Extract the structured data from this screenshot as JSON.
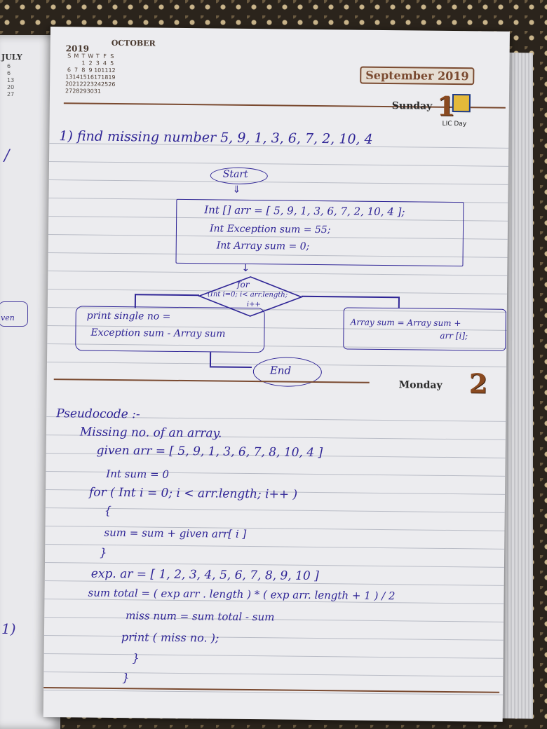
{
  "left_page": {
    "month": "JULY",
    "days": [
      "6",
      "6",
      "13",
      "20",
      "27"
    ],
    "box_text": "ven",
    "mark_top": "/",
    "mark_bottom": "1)"
  },
  "calendar": {
    "year": "2019",
    "month": "OCTOBER",
    "weekdays": [
      "S",
      "M",
      "T",
      "W",
      "T",
      "F",
      "S"
    ],
    "rows": [
      [
        "",
        "",
        "1",
        "2",
        "3",
        "4",
        "5"
      ],
      [
        "6",
        "7",
        "8",
        "9",
        "10",
        "11",
        "12"
      ],
      [
        "13",
        "14",
        "15",
        "16",
        "17",
        "18",
        "19"
      ],
      [
        "20",
        "21",
        "22",
        "23",
        "24",
        "25",
        "26"
      ],
      [
        "27",
        "28",
        "29",
        "30",
        "31",
        "",
        ""
      ]
    ]
  },
  "header": {
    "month_badge": "September 2019",
    "day1_name": "Sunday",
    "day1_number": "1",
    "lic_day": "LIC Day",
    "day2_name": "Monday",
    "day2_number": "2"
  },
  "notes": {
    "title": "1) find missing number 5, 9, 1, 3, 6, 7, 2, 10, 4",
    "flowchart": {
      "start": "Start",
      "init_line1": "Int [] arr = [ 5, 9, 1, 3, 6, 7, 2, 10, 4 ];",
      "init_line2": "Int Exception sum = 55;",
      "init_line3": "Int Array sum = 0;",
      "loop_line1": "for",
      "loop_line2": "(Int i=0; i< arr.length;",
      "loop_line3": "i++",
      "print_line1": "print single no =",
      "print_line2": "Exception sum - Array sum",
      "add_line1": "Array sum = Array sum +",
      "add_line2": "arr [i];",
      "end": "End"
    },
    "pseudocode": [
      "Pseudocode :-",
      "Missing no. of an array.",
      "given arr = [ 5, 9, 1, 3, 6, 7, 8, 10, 4 ]",
      "Int sum = 0",
      "for ( Int i = 0; i < arr.length; i++ )",
      "{",
      "sum = sum + given arr[ i ]",
      "}",
      "exp. ar = [ 1, 2, 3, 4, 5, 6, 7, 8, 9, 10 ]",
      "sum total = ( exp arr . length ) * ( exp arr. length + 1 ) / 2",
      "miss num = sum total - sum",
      "print ( miss no. );",
      "}",
      "}"
    ]
  }
}
